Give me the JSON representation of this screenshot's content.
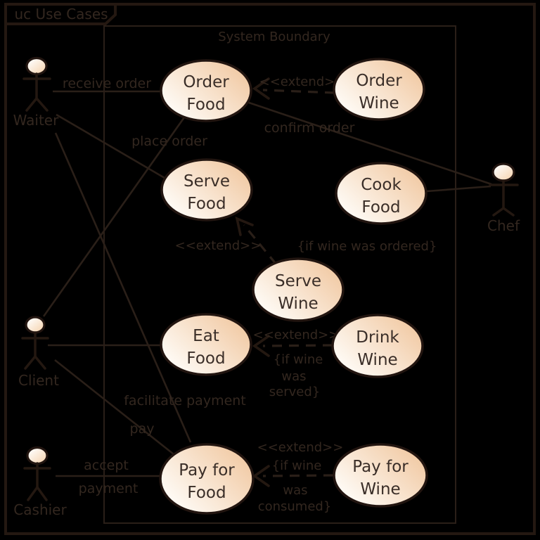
{
  "frame": {
    "tab_title": "uc Use Cases"
  },
  "boundary": {
    "label": "System Boundary"
  },
  "actors": {
    "waiter": {
      "label": "Waiter"
    },
    "chef": {
      "label": "Chef"
    },
    "client": {
      "label": "Client"
    },
    "cashier": {
      "label": "Cashier"
    }
  },
  "usecases": {
    "order_food": {
      "line1": "Order",
      "line2": "Food"
    },
    "order_wine": {
      "line1": "Order",
      "line2": "Wine"
    },
    "serve_food": {
      "line1": "Serve",
      "line2": "Food"
    },
    "cook_food": {
      "line1": "Cook",
      "line2": "Food"
    },
    "serve_wine": {
      "line1": "Serve",
      "line2": "Wine"
    },
    "eat_food": {
      "line1": "Eat",
      "line2": "Food"
    },
    "drink_wine": {
      "line1": "Drink",
      "line2": "Wine"
    },
    "pay_for_food": {
      "line1": "Pay for",
      "line2": "Food"
    },
    "pay_for_wine": {
      "line1": "Pay for",
      "line2": "Wine"
    }
  },
  "association_labels": {
    "receive_order": "receive order",
    "place_order": "place order",
    "confirm_order": "confirm order",
    "facilitate_payment": "facilitate payment",
    "pay": "pay",
    "accept_payment_line1": "accept",
    "accept_payment_line2": "payment"
  },
  "extend_labels": {
    "stereotype": "<<extend>>",
    "cond_ordered": "{if wine was ordered}",
    "cond_served_line1": "{if wine",
    "cond_served_line2": "was",
    "cond_served_line3": "served}",
    "cond_consumed_line1": "{if wine",
    "cond_consumed_line2": "was",
    "cond_consumed_line3": "consumed}"
  },
  "colors": {
    "background": "#000000",
    "line": "#2a1f18",
    "text": "#33271f",
    "ellipse_border": "#221510",
    "ellipse_fill_light": "#fffdf9",
    "ellipse_fill_peach": "#f1c9a3",
    "head_fill_light": "#ffffff",
    "head_fill_peach": "#f5d2ad"
  }
}
